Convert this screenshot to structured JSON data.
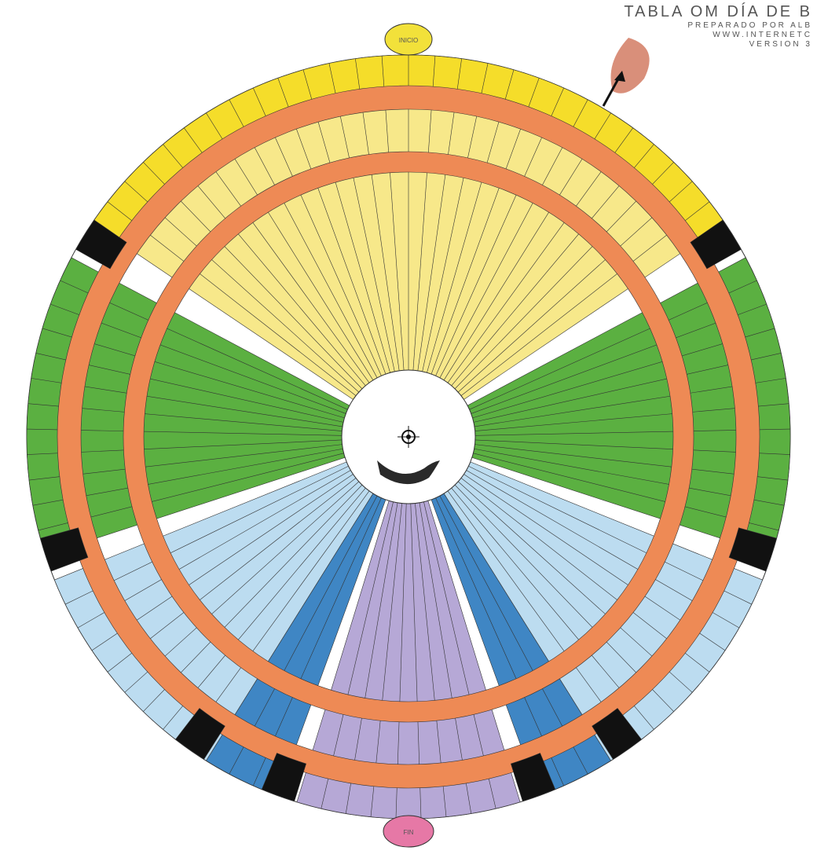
{
  "title": "TABLA OM DÍA DE B",
  "subtitle_lines": [
    "PREPARADO POR ALB",
    "WWW.INTERNETC",
    "VERSION 3"
  ],
  "top_oval_text": "INICIO",
  "bottom_oval_text": "FIN",
  "colors": {
    "yellow": "#f5dd2a",
    "yellow_light": "#f7e88a",
    "green": "#5bb041",
    "green_light": "#8cca6a",
    "light_blue": "#bcdcf0",
    "blue": "#3f86c4",
    "purple": "#b6a8d6",
    "orange": "#ee8a55",
    "black_block": "#111111",
    "red_arrow": "#d27b63"
  }
}
